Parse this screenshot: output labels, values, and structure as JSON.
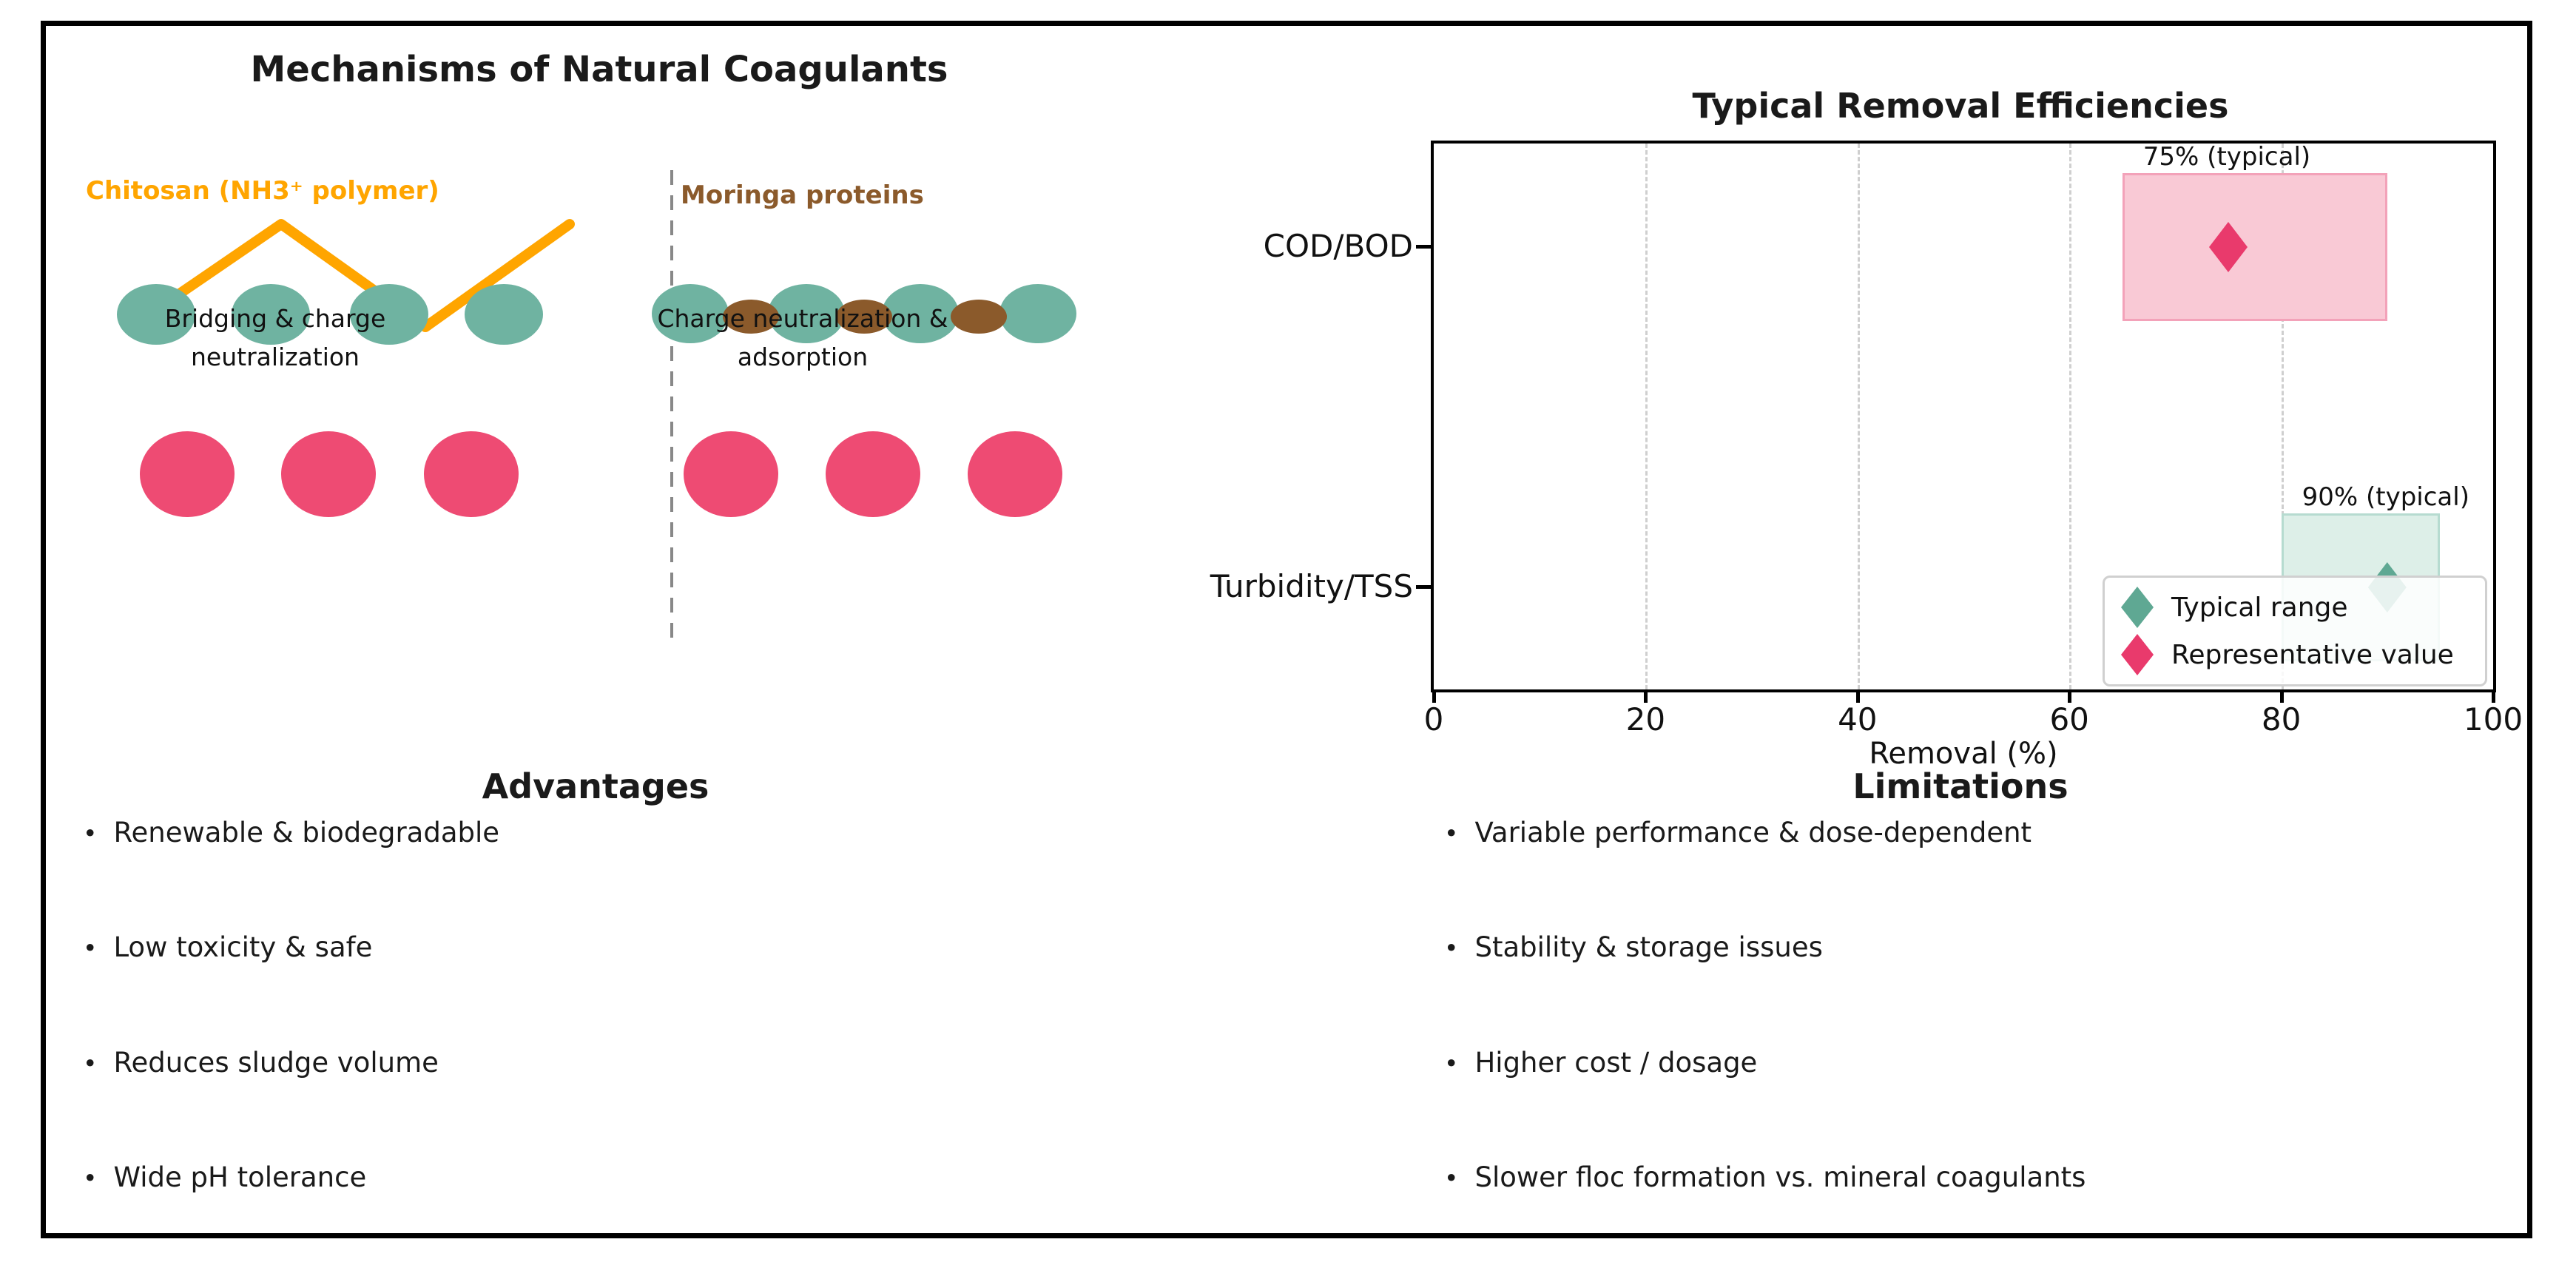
{
  "figure": {
    "title": "Mechanisms of Natural Coagulants",
    "diagram": {
      "chitosan_label": "Chitosan (NH3⁺ polymer)",
      "moringa_label": "Moringa proteins",
      "bridging_caption": "Bridging & charge\nneutralization",
      "adsorption_caption": "Charge neutralization &\nadsorption",
      "colors": {
        "chitosan_polymer_orange": "#FFA500",
        "moringa_protein_brown": "#8B5A2B",
        "particle_teal": "#6FB3A1",
        "colloid_pink": "#EE4B73",
        "divider_gray": "#888888"
      }
    },
    "chart_data": {
      "type": "scatter",
      "title": "Typical Removal Efficiencies",
      "xlabel": "Removal (%)",
      "xlim": [
        0,
        100
      ],
      "xticks": [
        0,
        20,
        40,
        60,
        80,
        100
      ],
      "gridlines": [
        20,
        40,
        60,
        80
      ],
      "grid_style": "vertical dashed",
      "categories": [
        "COD/BOD",
        "Turbidity/TSS"
      ],
      "rows": [
        {
          "label": "COD/BOD",
          "range_min": 65,
          "range_max": 90,
          "typical": 75,
          "annotation": "75% (typical)",
          "color": "#EE4B73"
        },
        {
          "label": "Turbidity/TSS",
          "range_min": 80,
          "range_max": 95,
          "typical": 90,
          "annotation": "90% (typical)",
          "color": "#6FB3A1"
        }
      ],
      "legend": {
        "position": "lower right",
        "marker": "diamond",
        "entries": [
          "Typical range",
          "Representative value"
        ],
        "colors": [
          "#6FB3A1",
          "#EE4B73"
        ]
      }
    },
    "advantages": {
      "title": "Advantages",
      "items": [
        "Renewable & biodegradable",
        "Low toxicity & safe",
        "Reduces sludge volume",
        "Wide pH tolerance"
      ]
    },
    "limitations": {
      "title": "Limitations",
      "items": [
        "Variable performance & dose-dependent",
        "Stability & storage issues",
        "Higher cost / dosage",
        "Slower floc formation vs. mineral coagulants"
      ]
    }
  }
}
